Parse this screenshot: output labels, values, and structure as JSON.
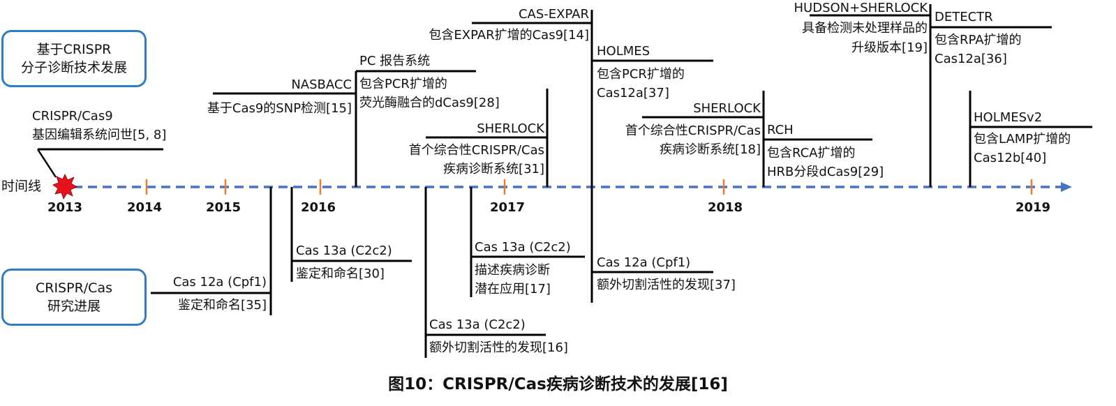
{
  "boxes": {
    "top": [
      "基于CRISPR",
      "分子诊断技术发展"
    ],
    "bottom": [
      "CRISPR/Cas",
      "研究进展"
    ]
  },
  "timeline": {
    "label": "时间线",
    "years": [
      "2013",
      "2014",
      "2015",
      "2016",
      "2017",
      "2018",
      "2019"
    ]
  },
  "caption": "图10：CRISPR/Cas疾病诊断技术的发展[16]",
  "events": {
    "crispr_cas9": [
      "CRISPR/Cas9",
      "基因编辑系统问世[5, 8]"
    ],
    "nasbacc": [
      "NASBACC",
      "基于Cas9的SNP检测[15]"
    ],
    "pc_report": [
      "PC 报告系统",
      "包含PCR扩增的",
      "荧光酶融合的dCas9[28]"
    ],
    "sherlock_2017": [
      "SHERLOCK",
      "首个综合性CRISPR/Cas",
      "疾病诊断系统[31]"
    ],
    "cas_expar": [
      "CAS-EXPAR",
      "包含EXPAR扩增的Cas9[14]"
    ],
    "holmes": [
      "HOLMES",
      "包含PCR扩增的",
      "Cas12a[37]"
    ],
    "sherlock_2018": [
      "SHERLOCK",
      "首个综合性CRISPR/Cas",
      "疾病诊断系统[18]"
    ],
    "rch": [
      "RCH",
      "包含RCA扩增的",
      "HRB分段dCas9[29]"
    ],
    "hudson": [
      "HUDSON+SHERLOCK",
      "具备检测未处理样品的",
      "升级版本[19]"
    ],
    "detectr": [
      "DETECTR",
      "包含RPA扩增的",
      "Cas12a[36]"
    ],
    "holmesv2": [
      "HOLMESv2",
      "包含LAMP扩增的",
      "Cas12b[40]"
    ],
    "cas12a_naming": [
      "Cas 12a (Cpf1)",
      "鉴定和命名[35]"
    ],
    "cas13a_naming": [
      "Cas 13a (C2c2)",
      "鉴定和命名[30]"
    ],
    "cas13a_activity": [
      "Cas 13a (C2c2)",
      "额外切割活性的发现[16]"
    ],
    "cas13a_application": [
      "Cas 13a (C2c2)",
      "描述疾病诊断",
      "潜在应用[17]"
    ],
    "cas12a_activity": [
      "Cas 12a (Cpf1)",
      "额外切割活性的发现[37]"
    ]
  },
  "colors": {
    "box_border": "#2f7dc4",
    "timeline": "#4472c4",
    "tick": "#ed7d31",
    "star": "#e8121c",
    "line": "#000000"
  }
}
